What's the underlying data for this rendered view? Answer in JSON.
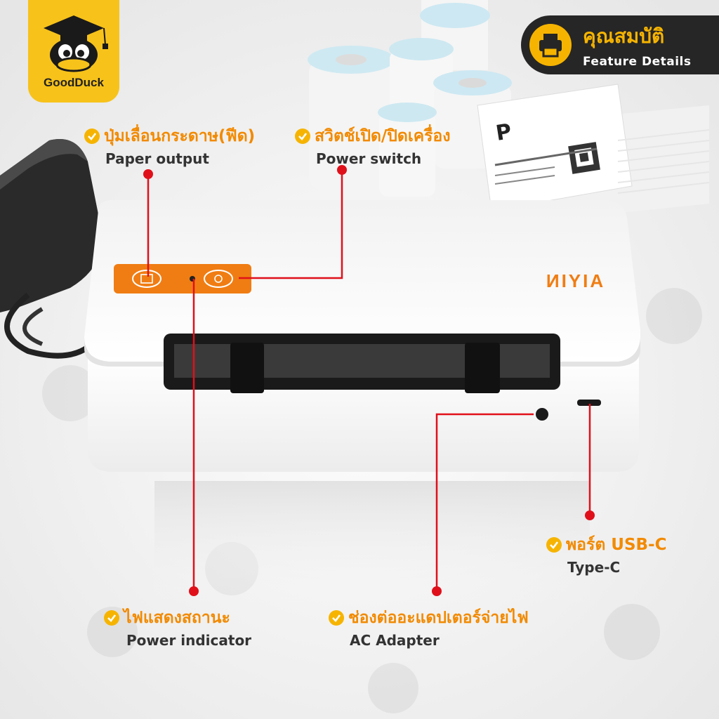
{
  "brand": {
    "logo_text": "GoodDuck",
    "color": "#f7c21a"
  },
  "header_badge": {
    "title": "คุณสมบัติ",
    "subtitle": "Feature Details",
    "icon": "printer-icon"
  },
  "product": {
    "brand_mark": "AIYIN"
  },
  "callouts": [
    {
      "th": "ปุ่มเลื่อนกระดาษ(ฟีด)",
      "en": "Paper output"
    },
    {
      "th": "สวิตช์เปิด/ปิดเครื่อง",
      "en": "Power switch"
    },
    {
      "th": "พอร์ต USB-C",
      "en": "Type-C"
    },
    {
      "th": "ไฟแสดงสถานะ",
      "en": "Power indicator"
    },
    {
      "th": "ช่องต่ออะแดปเตอร์จ่ายไฟ",
      "en": "AC Adapter"
    }
  ],
  "colors": {
    "accent_orange": "#f28a00",
    "callout_line": "#e0101a",
    "badge_bg": "#262626",
    "check_yellow": "#f6b400"
  }
}
